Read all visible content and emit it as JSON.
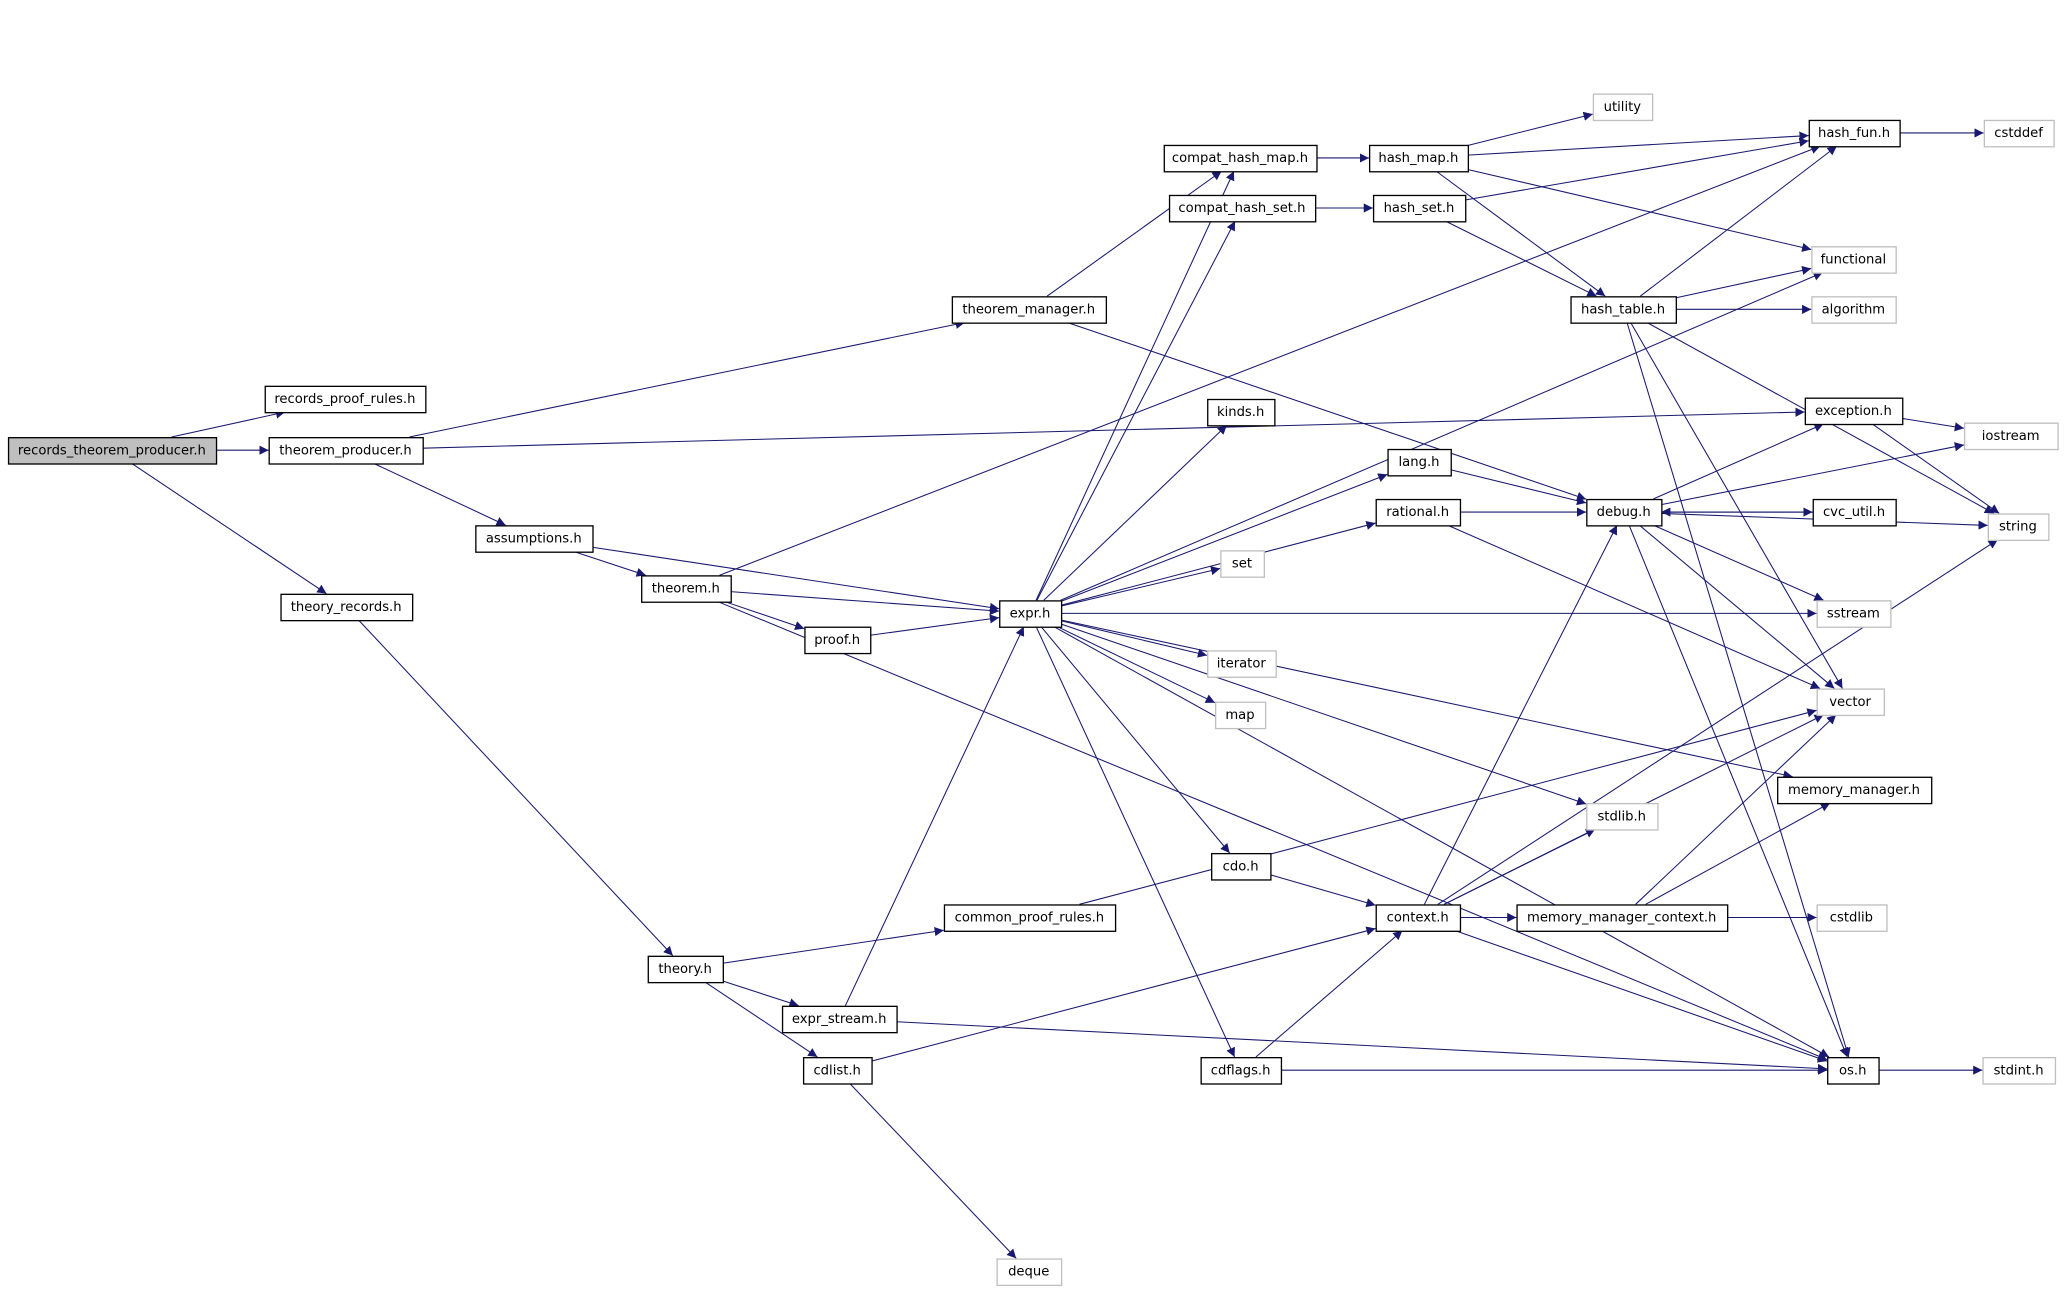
{
  "graph": {
    "root": "records_theorem_producer",
    "edge_color": "#191970",
    "nodes": [
      {
        "id": "records_theorem_producer",
        "label": "records_theorem_producer.h",
        "external": false
      },
      {
        "id": "records_proof_rules",
        "label": "records_proof_rules.h",
        "external": false
      },
      {
        "id": "theorem_producer",
        "label": "theorem_producer.h",
        "external": false
      },
      {
        "id": "theory_records",
        "label": "theory_records.h",
        "external": false
      },
      {
        "id": "assumptions",
        "label": "assumptions.h",
        "external": false
      },
      {
        "id": "theorem",
        "label": "theorem.h",
        "external": false
      },
      {
        "id": "proof",
        "label": "proof.h",
        "external": false
      },
      {
        "id": "theory",
        "label": "theory.h",
        "external": false
      },
      {
        "id": "expr_stream",
        "label": "expr_stream.h",
        "external": false
      },
      {
        "id": "cdlist",
        "label": "cdlist.h",
        "external": false
      },
      {
        "id": "deque",
        "label": "deque",
        "external": true
      },
      {
        "id": "theorem_manager",
        "label": "theorem_manager.h",
        "external": false
      },
      {
        "id": "compat_hash_map",
        "label": "compat_hash_map.h",
        "external": false
      },
      {
        "id": "compat_hash_set",
        "label": "compat_hash_set.h",
        "external": false
      },
      {
        "id": "hash_map",
        "label": "hash_map.h",
        "external": false
      },
      {
        "id": "hash_set",
        "label": "hash_set.h",
        "external": false
      },
      {
        "id": "utility",
        "label": "utility",
        "external": true
      },
      {
        "id": "hash_fun",
        "label": "hash_fun.h",
        "external": false
      },
      {
        "id": "cstddef",
        "label": "cstddef",
        "external": true
      },
      {
        "id": "functional",
        "label": "functional",
        "external": true
      },
      {
        "id": "hash_table",
        "label": "hash_table.h",
        "external": false
      },
      {
        "id": "algorithm",
        "label": "algorithm",
        "external": true
      },
      {
        "id": "kinds",
        "label": "kinds.h",
        "external": false
      },
      {
        "id": "lang",
        "label": "lang.h",
        "external": false
      },
      {
        "id": "rational",
        "label": "rational.h",
        "external": false
      },
      {
        "id": "debug",
        "label": "debug.h",
        "external": false
      },
      {
        "id": "exception",
        "label": "exception.h",
        "external": false
      },
      {
        "id": "iostream",
        "label": "iostream",
        "external": true
      },
      {
        "id": "cvc_util",
        "label": "cvc_util.h",
        "external": false
      },
      {
        "id": "string",
        "label": "string",
        "external": true
      },
      {
        "id": "set",
        "label": "set",
        "external": true
      },
      {
        "id": "expr",
        "label": "expr.h",
        "external": false
      },
      {
        "id": "sstream",
        "label": "sstream",
        "external": true
      },
      {
        "id": "iterator",
        "label": "iterator",
        "external": true
      },
      {
        "id": "map",
        "label": "map",
        "external": true
      },
      {
        "id": "vector",
        "label": "vector",
        "external": true
      },
      {
        "id": "memory_manager",
        "label": "memory_manager.h",
        "external": false
      },
      {
        "id": "stdlib",
        "label": "stdlib.h",
        "external": true
      },
      {
        "id": "cdo",
        "label": "cdo.h",
        "external": false
      },
      {
        "id": "common_proof_rules",
        "label": "common_proof_rules.h",
        "external": false
      },
      {
        "id": "context",
        "label": "context.h",
        "external": false
      },
      {
        "id": "memory_manager_context",
        "label": "memory_manager_context.h",
        "external": false
      },
      {
        "id": "cstdlib",
        "label": "cstdlib",
        "external": true
      },
      {
        "id": "cdflags",
        "label": "cdflags.h",
        "external": false
      },
      {
        "id": "os",
        "label": "os.h",
        "external": false
      },
      {
        "id": "stdint",
        "label": "stdint.h",
        "external": true
      }
    ],
    "edges": [
      [
        "records_theorem_producer",
        "records_proof_rules"
      ],
      [
        "records_theorem_producer",
        "theorem_producer"
      ],
      [
        "records_theorem_producer",
        "theory_records"
      ],
      [
        "theorem_producer",
        "theorem_manager"
      ],
      [
        "theorem_producer",
        "exception"
      ],
      [
        "theorem_producer",
        "assumptions"
      ],
      [
        "theory_records",
        "theory"
      ],
      [
        "assumptions",
        "theorem"
      ],
      [
        "assumptions",
        "expr"
      ],
      [
        "theorem",
        "hash_fun"
      ],
      [
        "theorem",
        "expr"
      ],
      [
        "theorem",
        "proof"
      ],
      [
        "theorem",
        "os"
      ],
      [
        "proof",
        "expr"
      ],
      [
        "theory",
        "common_proof_rules"
      ],
      [
        "theory",
        "expr_stream"
      ],
      [
        "theory",
        "cdlist"
      ],
      [
        "expr_stream",
        "expr"
      ],
      [
        "expr_stream",
        "os"
      ],
      [
        "cdlist",
        "context"
      ],
      [
        "cdlist",
        "deque"
      ],
      [
        "theorem_manager",
        "compat_hash_map"
      ],
      [
        "theorem_manager",
        "debug"
      ],
      [
        "compat_hash_map",
        "hash_map"
      ],
      [
        "compat_hash_set",
        "hash_set"
      ],
      [
        "hash_map",
        "hash_fun"
      ],
      [
        "hash_map",
        "utility"
      ],
      [
        "hash_map",
        "functional"
      ],
      [
        "hash_map",
        "hash_table"
      ],
      [
        "hash_set",
        "hash_fun"
      ],
      [
        "hash_set",
        "hash_table"
      ],
      [
        "hash_table",
        "hash_fun"
      ],
      [
        "hash_table",
        "functional"
      ],
      [
        "hash_table",
        "algorithm"
      ],
      [
        "hash_table",
        "string"
      ],
      [
        "hash_table",
        "vector"
      ],
      [
        "hash_table",
        "os"
      ],
      [
        "hash_fun",
        "cstddef"
      ],
      [
        "expr",
        "compat_hash_map"
      ],
      [
        "expr",
        "compat_hash_set"
      ],
      [
        "expr",
        "functional"
      ],
      [
        "expr",
        "kinds"
      ],
      [
        "expr",
        "lang"
      ],
      [
        "expr",
        "rational"
      ],
      [
        "expr",
        "set"
      ],
      [
        "expr",
        "sstream"
      ],
      [
        "expr",
        "iterator"
      ],
      [
        "expr",
        "map"
      ],
      [
        "expr",
        "memory_manager"
      ],
      [
        "expr",
        "stdlib"
      ],
      [
        "expr",
        "cdo"
      ],
      [
        "expr",
        "cdflags"
      ],
      [
        "expr",
        "os"
      ],
      [
        "lang",
        "debug"
      ],
      [
        "rational",
        "debug"
      ],
      [
        "rational",
        "vector"
      ],
      [
        "debug",
        "exception"
      ],
      [
        "debug",
        "iostream"
      ],
      [
        "debug",
        "cvc_util"
      ],
      [
        "debug",
        "string"
      ],
      [
        "debug",
        "sstream"
      ],
      [
        "debug",
        "vector"
      ],
      [
        "debug",
        "os"
      ],
      [
        "cvc_util",
        "debug"
      ],
      [
        "exception",
        "iostream"
      ],
      [
        "exception",
        "string"
      ],
      [
        "common_proof_rules",
        "vector"
      ],
      [
        "cdo",
        "context"
      ],
      [
        "context",
        "debug"
      ],
      [
        "context",
        "stdlib"
      ],
      [
        "context",
        "memory_manager_context"
      ],
      [
        "context",
        "vector"
      ],
      [
        "context",
        "os"
      ],
      [
        "context",
        "string"
      ],
      [
        "memory_manager_context",
        "memory_manager"
      ],
      [
        "memory_manager_context",
        "cstdlib"
      ],
      [
        "memory_manager_context",
        "vector"
      ],
      [
        "cdflags",
        "context"
      ],
      [
        "cdflags",
        "os"
      ],
      [
        "os",
        "stdint"
      ]
    ]
  }
}
